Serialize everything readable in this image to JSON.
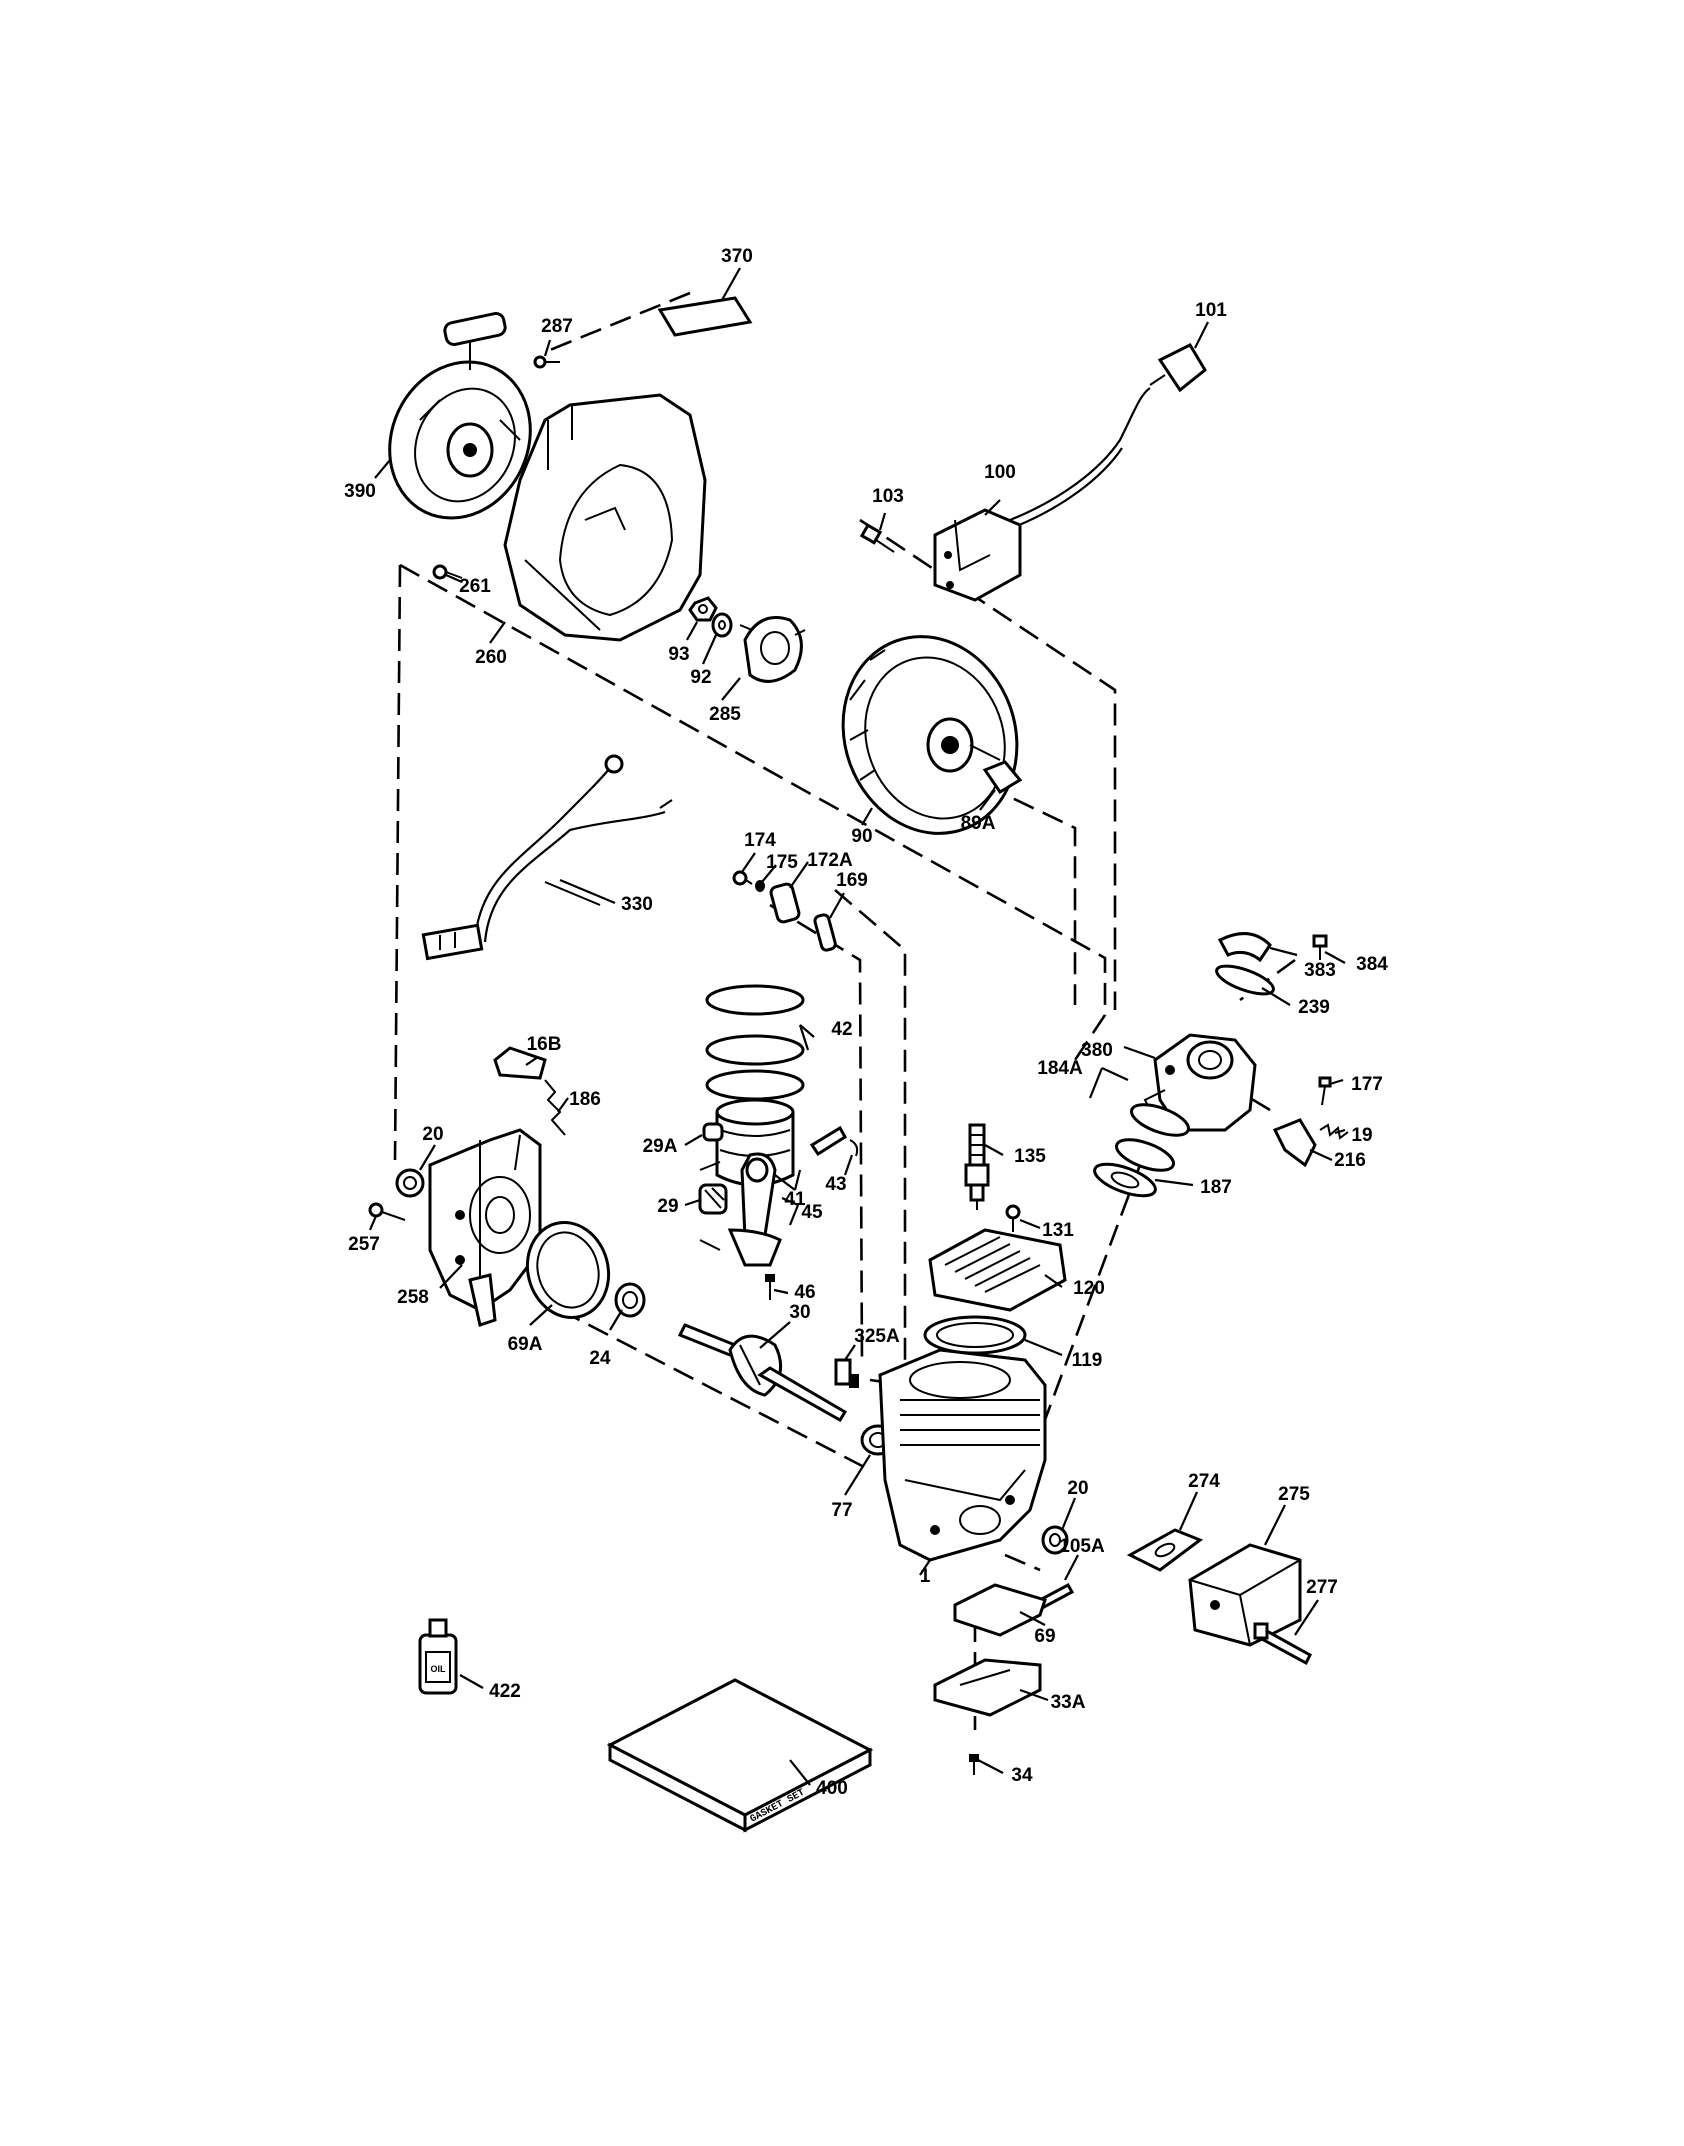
{
  "labels": {
    "p370": "370",
    "p287": "287",
    "p101": "101",
    "p390": "390",
    "p100": "100",
    "p103": "103",
    "p261": "261",
    "p93": "93",
    "p92": "92",
    "p260": "260",
    "p285": "285",
    "p90": "90",
    "p89a": "89A",
    "p174": "174",
    "p175": "175",
    "p172a": "172A",
    "p169": "169",
    "p330": "330",
    "p384": "384",
    "p383": "383",
    "p239": "239",
    "p42": "42",
    "p16b": "16B",
    "p380": "380",
    "p177": "177",
    "p186": "186",
    "p184a": "184A",
    "p20a": "20",
    "p29a": "29A",
    "p41": "41",
    "p135": "135",
    "p19": "19",
    "p216": "216",
    "p43": "43",
    "p187": "187",
    "p29": "29",
    "p45": "45",
    "p257": "257",
    "p131": "131",
    "p258": "258",
    "p46": "46",
    "p120": "120",
    "p30": "30",
    "p325a": "325A",
    "p69a": "69A",
    "p24": "24",
    "p119": "119",
    "p77": "77",
    "p20b": "20",
    "p274": "274",
    "p275": "275",
    "p105a": "105A",
    "p1": "1",
    "p277": "277",
    "p69": "69",
    "p422": "422",
    "p33a": "33A",
    "p34": "34",
    "p400": "400"
  },
  "oil_bottle_text": "OIL",
  "gasket_set_text": "GASKET SET"
}
